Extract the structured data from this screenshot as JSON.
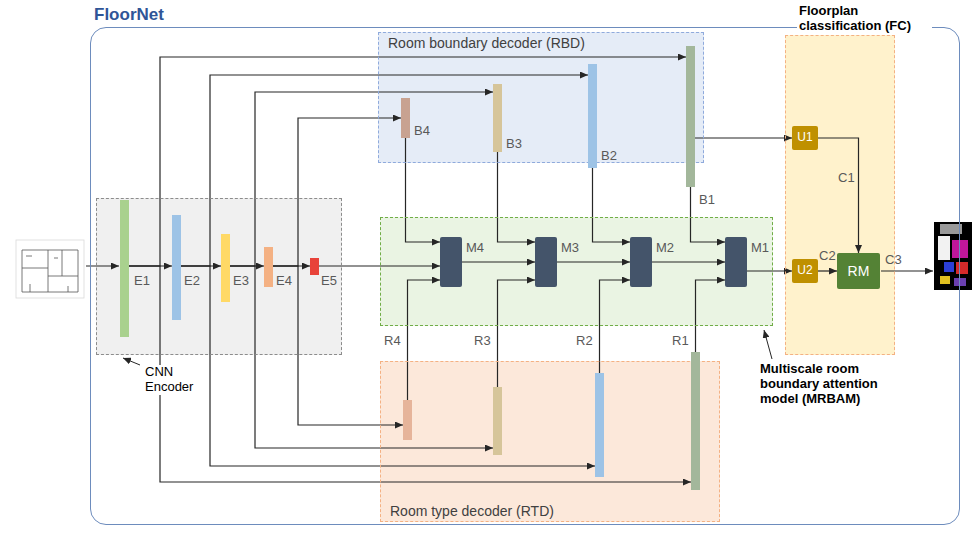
{
  "diagram": {
    "nodes": [
      {
        "text": [
          "FloorNet"
        ]
      },
      {
        "text": [
          "Room boundary decoder (RBD)"
        ],
        "in": 0
      },
      {
        "text": [
          "Floorplan classification (FC)"
        ],
        "in": 0
      },
      {
        "text": [
          "CNN Encoder"
        ],
        "in": 0
      },
      {
        "text": [
          "Multiscale room boundary attention model (MRBAM)"
        ],
        "in": 0
      },
      {
        "text": [
          "Room type decoder (RTD)"
        ],
        "in": 0
      },
      {
        "text": [
          "E1"
        ],
        "in": 3
      },
      {
        "text": [
          "E2"
        ],
        "in": 3
      },
      {
        "text": [
          "E3"
        ],
        "in": 3
      },
      {
        "text": [
          "E4"
        ],
        "in": 3
      },
      {
        "text": [
          "E5"
        ],
        "in": 3
      },
      {
        "text": [
          "B4"
        ],
        "in": 1
      },
      {
        "text": [
          "B3"
        ],
        "in": 1
      },
      {
        "text": [
          "B2"
        ],
        "in": 1
      },
      {
        "text": [
          "B1"
        ],
        "in": 1
      },
      {
        "text": [
          "M4"
        ],
        "in": 4
      },
      {
        "text": [
          "M3"
        ],
        "in": 4
      },
      {
        "text": [
          "M2"
        ],
        "in": 4
      },
      {
        "text": [
          "M1"
        ],
        "in": 4
      },
      {
        "text": [
          "R4"
        ],
        "in": 5
      },
      {
        "text": [
          "R3"
        ],
        "in": 5
      },
      {
        "text": [
          "R2"
        ],
        "in": 5
      },
      {
        "text": [
          "R1"
        ],
        "in": 5
      },
      {
        "text": [
          "U1"
        ],
        "in": 2
      },
      {
        "text": [
          "U2"
        ],
        "in": 2
      },
      {
        "text": [
          "RM"
        ],
        "in": 2
      }
    ],
    "edges": [
      {
        "from": 6,
        "to": 7,
        "arrow": "to"
      },
      {
        "from": 7,
        "to": 8,
        "arrow": "to"
      },
      {
        "from": 8,
        "to": 9,
        "arrow": "to"
      },
      {
        "from": 9,
        "to": 10,
        "arrow": "to"
      },
      {
        "from": 10,
        "to": 15,
        "arrow": "to"
      },
      {
        "from": 6,
        "to": 14,
        "arrow": "to"
      },
      {
        "from": 7,
        "to": 13,
        "arrow": "to"
      },
      {
        "from": 8,
        "to": 12,
        "arrow": "to"
      },
      {
        "from": 9,
        "to": 11,
        "arrow": "to"
      },
      {
        "from": 6,
        "to": 22,
        "arrow": "to"
      },
      {
        "from": 7,
        "to": 21,
        "arrow": "to"
      },
      {
        "from": 8,
        "to": 20,
        "arrow": "to"
      },
      {
        "from": 9,
        "to": 19,
        "arrow": "to"
      },
      {
        "from": 11,
        "to": 15,
        "arrow": "to"
      },
      {
        "from": 12,
        "to": 16,
        "arrow": "to"
      },
      {
        "from": 13,
        "to": 17,
        "arrow": "to"
      },
      {
        "from": 14,
        "to": 18,
        "arrow": "to"
      },
      {
        "from": 19,
        "to": 15,
        "arrow": "to"
      },
      {
        "from": 20,
        "to": 16,
        "arrow": "to"
      },
      {
        "from": 21,
        "to": 17,
        "arrow": "to"
      },
      {
        "from": 22,
        "to": 18,
        "arrow": "to"
      },
      {
        "from": 15,
        "to": 16,
        "arrow": "to"
      },
      {
        "from": 16,
        "to": 17,
        "arrow": "to"
      },
      {
        "from": 17,
        "to": 18,
        "arrow": "to"
      },
      {
        "from": 18,
        "to": 24,
        "arrow": "to"
      },
      {
        "from": 14,
        "to": 23,
        "arrow": "to"
      },
      {
        "from": 23,
        "to": 25,
        "label": "C1",
        "arrow": "to"
      },
      {
        "from": 24,
        "to": 25,
        "label": "C2",
        "arrow": "to"
      }
    ],
    "labels": [
      "C3"
    ]
  }
}
